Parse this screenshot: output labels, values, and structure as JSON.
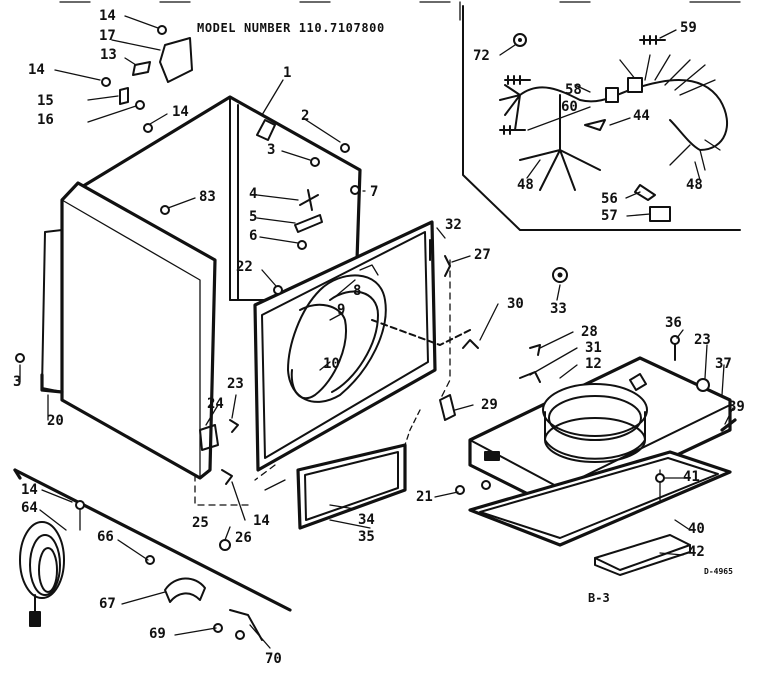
{
  "header": {
    "model_text": "MODEL NUMBER 110.7107800"
  },
  "footer": {
    "page_code": "B-3",
    "drawing_code": "D-4965"
  },
  "callouts": {
    "c1": "1",
    "c2": "2",
    "c3a": "3",
    "c3b": "3",
    "c4": "4",
    "c5": "5",
    "c6": "6",
    "c7": "7",
    "c8": "8",
    "c9": "9",
    "c10": "10",
    "c12": "12",
    "c13": "13",
    "c14a": "14",
    "c14b": "14",
    "c14c": "14",
    "c14d": "14",
    "c14e": "14",
    "c15": "15",
    "c16": "16",
    "c17": "17",
    "c20": "20",
    "c21": "21",
    "c22": "22",
    "c23a": "23",
    "c23b": "23",
    "c24": "24",
    "c25": "25",
    "c26": "26",
    "c27": "27",
    "c28": "28",
    "c29": "29",
    "c30": "30",
    "c31": "31",
    "c32": "32",
    "c33": "33",
    "c34": "34",
    "c35": "35",
    "c36": "36",
    "c37": "37",
    "c39": "39",
    "c40": "40",
    "c41": "41",
    "c42": "42",
    "c44": "44",
    "c48a": "48",
    "c48b": "48",
    "c56": "56",
    "c57": "57",
    "c58": "58",
    "c59": "59",
    "c60": "60",
    "c64": "64",
    "c66": "66",
    "c67": "67",
    "c69": "69",
    "c70": "70",
    "c72": "72",
    "c83": "83"
  }
}
